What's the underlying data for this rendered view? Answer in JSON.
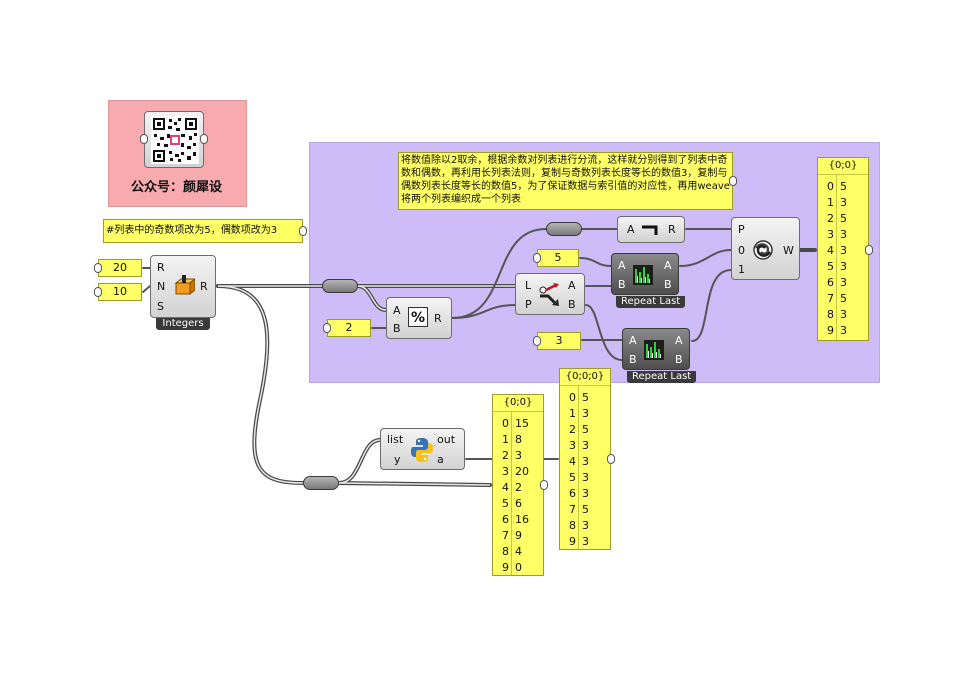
{
  "colors": {
    "group": "#cdbcf7",
    "panel": "#ffff66",
    "qr_group": "#f7abae",
    "wire": "#555555"
  },
  "qr": {
    "caption": "公众号：颜犀设"
  },
  "notes": {
    "odd_even": "#列表中的奇数项改为5，偶数项改为3",
    "description": "将数值除以2取余，根据余数对列表进行分流，这样就分别得到了列表中奇数和偶数，再利用长列表法则，复制与奇数列表长度等长的数值3，复制与偶数列表长度等长的数值5，为了保证数据与索引值的对应性，再用weave将两个列表编织成一个列表"
  },
  "inputs": {
    "range": "20",
    "count": "10",
    "divisor": "2",
    "odd_value": "5",
    "even_value": "3"
  },
  "integers": {
    "inputs": [
      "R",
      "N",
      "S"
    ],
    "output": "R",
    "label": "Integers"
  },
  "modulus": {
    "inputs": [
      "A",
      "B"
    ],
    "output": "R",
    "symbol": "%"
  },
  "dispatch": {
    "inputs": [
      "L",
      "P"
    ],
    "outputs": [
      "A",
      "B"
    ]
  },
  "not_gate": {
    "input": "A",
    "output": "R"
  },
  "repeat_top": {
    "inputs": [
      "A",
      "B"
    ],
    "outputs": [
      "A",
      "B"
    ],
    "label": "Repeat Last"
  },
  "repeat_bottom": {
    "inputs": [
      "A",
      "B"
    ],
    "outputs": [
      "A",
      "B"
    ],
    "label": "Repeat Last"
  },
  "weave": {
    "inputs": [
      "P",
      "0",
      "1"
    ],
    "output": "W"
  },
  "python": {
    "inputs": [
      "list",
      "y"
    ],
    "outputs": [
      "out",
      "a"
    ]
  },
  "panel_weave": {
    "header": "{0;0}",
    "rows": [
      {
        "i": "0",
        "v": "5"
      },
      {
        "i": "1",
        "v": "3"
      },
      {
        "i": "2",
        "v": "5"
      },
      {
        "i": "3",
        "v": "3"
      },
      {
        "i": "4",
        "v": "3"
      },
      {
        "i": "5",
        "v": "3"
      },
      {
        "i": "6",
        "v": "3"
      },
      {
        "i": "7",
        "v": "5"
      },
      {
        "i": "8",
        "v": "3"
      },
      {
        "i": "9",
        "v": "3"
      }
    ]
  },
  "panel_integers": {
    "header": "{0;0}",
    "rows": [
      {
        "i": "0",
        "v": "15"
      },
      {
        "i": "1",
        "v": "8"
      },
      {
        "i": "2",
        "v": "3"
      },
      {
        "i": "3",
        "v": "20"
      },
      {
        "i": "4",
        "v": "2"
      },
      {
        "i": "5",
        "v": "6"
      },
      {
        "i": "6",
        "v": "16"
      },
      {
        "i": "7",
        "v": "9"
      },
      {
        "i": "8",
        "v": "4"
      },
      {
        "i": "9",
        "v": "0"
      }
    ]
  },
  "panel_python": {
    "header": "{0;0;0}",
    "rows": [
      {
        "i": "0",
        "v": "5"
      },
      {
        "i": "1",
        "v": "3"
      },
      {
        "i": "2",
        "v": "5"
      },
      {
        "i": "3",
        "v": "3"
      },
      {
        "i": "4",
        "v": "3"
      },
      {
        "i": "5",
        "v": "3"
      },
      {
        "i": "6",
        "v": "3"
      },
      {
        "i": "7",
        "v": "5"
      },
      {
        "i": "8",
        "v": "3"
      },
      {
        "i": "9",
        "v": "3"
      }
    ]
  }
}
